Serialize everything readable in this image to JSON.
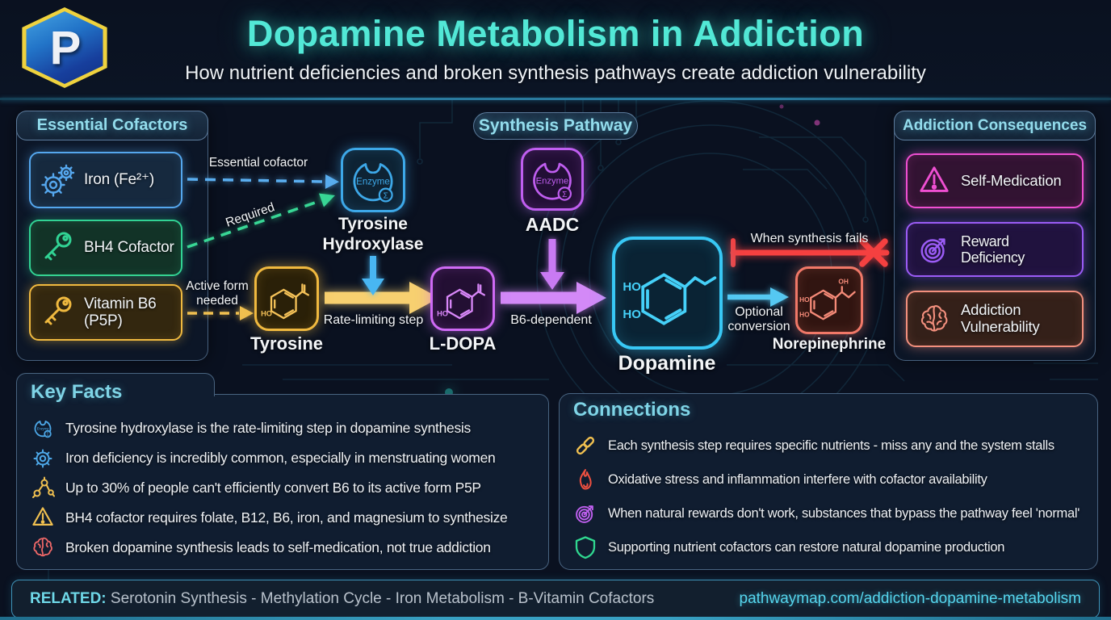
{
  "header": {
    "logo_letter": "P",
    "title": "Dopamine Metabolism in Addiction",
    "subtitle": "How nutrient deficiencies and broken synthesis pathways create addiction vulnerability"
  },
  "palette": {
    "accent_teal": "#52e8d6",
    "panel_header_text": "#93dcec",
    "iron_blue": "#55a7ee",
    "bh4_green": "#31d394",
    "b6_gold": "#f0b93f",
    "enzyme_blue": "#3da8e8",
    "enzyme_purple": "#c05ef0",
    "tyrosine_gold": "#f5c258",
    "ldopa_purple": "#d887f8",
    "dopamine_cyan": "#45d0f8",
    "norepinephrine_salmon": "#f58a78",
    "fail_red": "#f54040",
    "magenta": "#ef4fd2",
    "violet": "#9b5cf6",
    "shield_green": "#30d890",
    "url_cyan": "#56d6ee"
  },
  "cofactors": {
    "title": "Essential Cofactors",
    "items": [
      {
        "label": "Iron (Fe²⁺)",
        "icon": "gears-icon",
        "color": "#55a7ee"
      },
      {
        "label": "BH4 Cofactor",
        "icon": "key-icon",
        "color": "#31d394"
      },
      {
        "label": "Vitamin B6 (P5P)",
        "icon": "key-icon",
        "color": "#f0b93f"
      }
    ]
  },
  "pathway": {
    "title": "Synthesis Pathway",
    "enzyme_badge": "Enzyme",
    "sigma": "Σ",
    "nodes": {
      "th_line1": "Tyrosine",
      "th_line2": "Hydroxylase",
      "aadc": "AADC",
      "tyrosine": "Tyrosine",
      "ldopa": "L-DOPA",
      "dopamine": "Dopamine",
      "norepinephrine": "Norepinephrine"
    },
    "mol": {
      "ho": "HO",
      "oh": "OH"
    },
    "edges": {
      "essential_cofactor": "Essential cofactor",
      "required": "Required",
      "active_form": "Active form needed",
      "rate_limiting": "Rate-limiting step",
      "b6_dependent": "B6-dependent",
      "synthesis_fails": "When synthesis fails",
      "optional_conversion": "Optional conversion"
    }
  },
  "consequences": {
    "title": "Addiction Consequences",
    "items": [
      {
        "label": "Self-Medication",
        "icon": "warning-triangle-icon",
        "color": "#ef4fd2"
      },
      {
        "label": "Reward Deficiency",
        "icon": "target-icon",
        "color": "#9b5cf6"
      },
      {
        "label": "Addiction Vulnerability",
        "icon": "brain-icon",
        "color": "#f3907e"
      }
    ]
  },
  "key_facts": {
    "title": "Key Facts",
    "items": [
      {
        "icon": "enzyme-icon",
        "text": "Tyrosine hydroxylase is the rate-limiting step in dopamine synthesis"
      },
      {
        "icon": "gear-icon",
        "text": "Iron deficiency is incredibly common, especially in menstruating women"
      },
      {
        "icon": "molecule-icon",
        "text": "Up to 30% of people can't efficiently convert B6 to its active form P5P"
      },
      {
        "icon": "warning-triangle-icon",
        "text": "BH4 cofactor requires folate, B12, B6, iron, and magnesium to synthesize"
      },
      {
        "icon": "brain-icon",
        "text": "Broken dopamine synthesis leads to self-medication, not true addiction"
      }
    ]
  },
  "connections": {
    "title": "Connections",
    "items": [
      {
        "icon": "link-icon",
        "text": "Each synthesis step requires specific nutrients - miss any and the system stalls"
      },
      {
        "icon": "flame-icon",
        "text": "Oxidative stress and inflammation interfere with cofactor availability"
      },
      {
        "icon": "target-icon",
        "text": "When natural rewards don't work, substances that bypass the pathway feel 'normal'"
      },
      {
        "icon": "shield-icon",
        "text": "Supporting nutrient cofactors can restore natural dopamine production"
      }
    ]
  },
  "footer": {
    "related_label": "RELATED:",
    "related_text": " Serotonin Synthesis - Methylation Cycle - Iron Metabolism - B-Vitamin Cofactors",
    "url": "pathwaymap.com/addiction-dopamine-metabolism"
  }
}
